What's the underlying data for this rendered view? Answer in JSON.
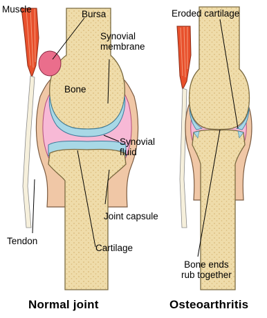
{
  "normal": {
    "labels": {
      "muscle": "Muscle",
      "bursa": "Bursa",
      "synovial_membrane_1": "Synovial",
      "synovial_membrane_2": "membrane",
      "bone": "Bone",
      "synovial_fluid_1": "Synovial",
      "synovial_fluid_2": "fluid",
      "joint_capsule": "Joint capsule",
      "tendon": "Tendon",
      "cartilage": "Cartilage"
    },
    "caption": "Normal joint"
  },
  "osteo": {
    "labels": {
      "eroded_cartilage": "Eroded cartilage",
      "bone_ends_1": "Bone ends",
      "bone_ends_2": "rub together"
    },
    "caption": "Osteoarthritis"
  },
  "colors": {
    "bone": "#efdcaa",
    "bone_dots": "#d9b978",
    "cartilage": "#a8d8e6",
    "synovial": "#f7b9d6",
    "capsule": "#f0c7a6",
    "muscle": "#e8502c",
    "bursa": "#ea6e8c"
  }
}
